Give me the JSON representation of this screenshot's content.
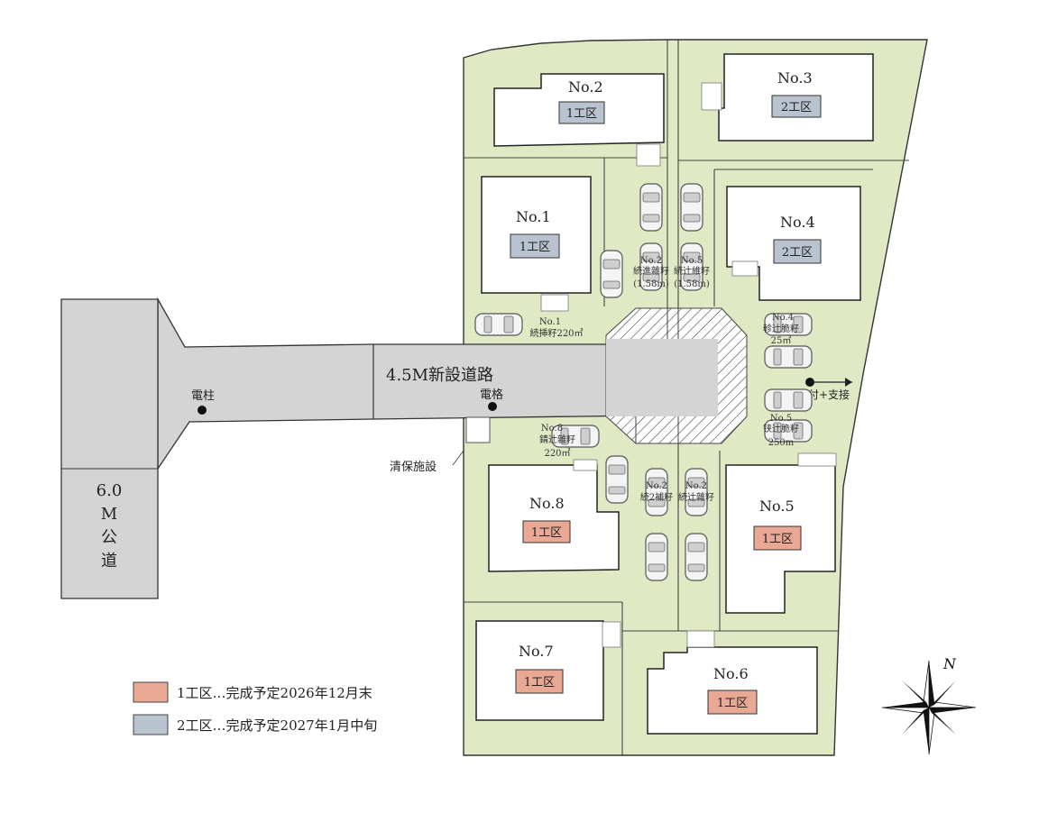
{
  "colors": {
    "land": "#dfe9c4",
    "road": "#d4d4d4",
    "phase1": "#e9a894",
    "phase2": "#b9c3cf",
    "line": "#333333"
  },
  "roads": {
    "new_road": "4.5M新設道路",
    "public_road": [
      "6.0",
      "M",
      "公",
      "道"
    ],
    "pole_1": "電柱",
    "pole_2": "電格",
    "facility": "清保施設",
    "connection": "溝付+支接"
  },
  "lots": [
    {
      "id": "No.1",
      "phase": "1工区",
      "phase_class": "phase2"
    },
    {
      "id": "No.2",
      "phase": "1工区",
      "phase_class": "phase2"
    },
    {
      "id": "No.3",
      "phase": "2工区",
      "phase_class": "phase2"
    },
    {
      "id": "No.4",
      "phase": "2工区",
      "phase_class": "phase2"
    },
    {
      "id": "No.5",
      "phase": "1工区",
      "phase_class": "phase1"
    },
    {
      "id": "No.6",
      "phase": "1工区",
      "phase_class": "phase1"
    },
    {
      "id": "No.7",
      "phase": "1工区",
      "phase_class": "phase1"
    },
    {
      "id": "No.8",
      "phase": "1工区",
      "phase_class": "phase1"
    }
  ],
  "parking_labels": {
    "p1": [
      "No.1",
      "続挿籽220㎡"
    ],
    "p2": [
      "No.2",
      "続進雜籽",
      "(1.58m)"
    ],
    "p3": [
      "No.5",
      "続辻維籽",
      "(1.58m)"
    ],
    "p4": [
      "No.4",
      "軫辻脆籽",
      "25㎡"
    ],
    "p5": [
      "No.5",
      "铗辻脆籽",
      "250m"
    ],
    "p6": [
      "No.8",
      "錆辻雜籽",
      "220㎡"
    ],
    "p7": [
      "No.2",
      "続2補籽"
    ],
    "p8": [
      "No.2",
      "続辻雜籽"
    ]
  },
  "legend": [
    {
      "label": "1工区…完成予定2026年12月末",
      "color": "#e9a894"
    },
    {
      "label": "2工区…完成予定2027年1月中旬",
      "color": "#b9c3cf"
    }
  ],
  "compass": {
    "label": "N"
  }
}
